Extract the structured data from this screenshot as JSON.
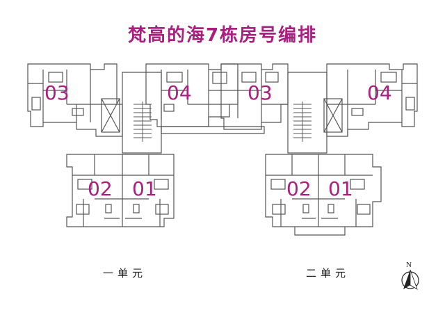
{
  "title": "梵高的海7栋房号编排",
  "colors": {
    "accent": "#a8207f",
    "line": "#555555",
    "background": "#ffffff"
  },
  "units": {
    "u1_03": "03",
    "u1_04": "04",
    "u1_02": "02",
    "u1_01": "01",
    "u2_03": "03",
    "u2_04": "04",
    "u2_02": "02",
    "u2_01": "01"
  },
  "sections": {
    "unit_one": "一单元",
    "unit_two": "二单元"
  },
  "north": {
    "letter": "N",
    "icon": "north-arrow-icon"
  }
}
